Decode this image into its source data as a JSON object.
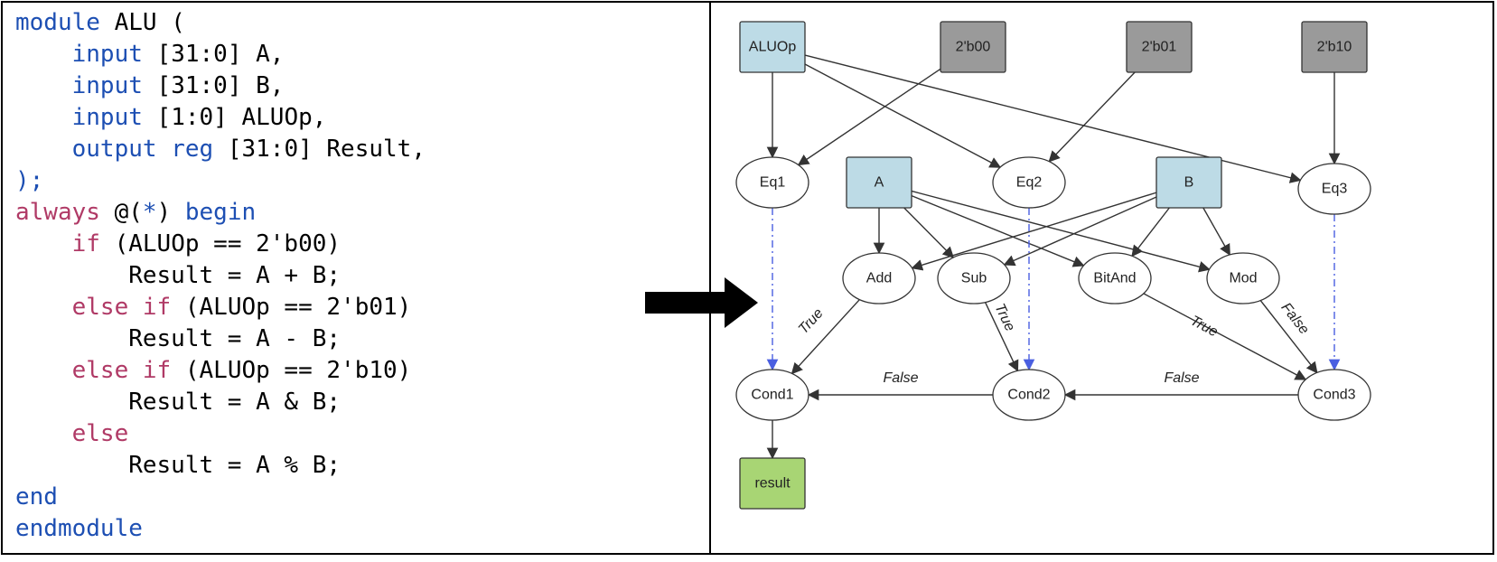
{
  "code": {
    "lines": [
      [
        {
          "t": "module",
          "c": "kw"
        },
        {
          "t": " ALU (",
          "c": "plain"
        }
      ],
      [
        {
          "t": "    ",
          "c": "plain"
        },
        {
          "t": "input",
          "c": "kw"
        },
        {
          "t": " [31:0] A,",
          "c": "plain"
        }
      ],
      [
        {
          "t": "    ",
          "c": "plain"
        },
        {
          "t": "input",
          "c": "kw"
        },
        {
          "t": " [31:0] B,",
          "c": "plain"
        }
      ],
      [
        {
          "t": "    ",
          "c": "plain"
        },
        {
          "t": "input",
          "c": "kw"
        },
        {
          "t": " [1:0] ALUOp,",
          "c": "plain"
        }
      ],
      [
        {
          "t": "    ",
          "c": "plain"
        },
        {
          "t": "output",
          "c": "kw"
        },
        {
          "t": " ",
          "c": "plain"
        },
        {
          "t": "reg",
          "c": "kw"
        },
        {
          "t": " [31:0] Result,",
          "c": "plain"
        }
      ],
      [
        {
          "t": ");",
          "c": "kw"
        }
      ],
      [
        {
          "t": "always",
          "c": "ctrl"
        },
        {
          "t": " @(",
          "c": "plain"
        },
        {
          "t": "*",
          "c": "kw"
        },
        {
          "t": ") ",
          "c": "plain"
        },
        {
          "t": "begin",
          "c": "kw"
        }
      ],
      [
        {
          "t": "    ",
          "c": "plain"
        },
        {
          "t": "if",
          "c": "ctrl"
        },
        {
          "t": " (ALUOp == 2'b00)",
          "c": "plain"
        }
      ],
      [
        {
          "t": "        Result = A + B;",
          "c": "plain"
        }
      ],
      [
        {
          "t": "    ",
          "c": "plain"
        },
        {
          "t": "else if",
          "c": "ctrl"
        },
        {
          "t": " (ALUOp == 2'b01)",
          "c": "plain"
        }
      ],
      [
        {
          "t": "        Result = A - B;",
          "c": "plain"
        }
      ],
      [
        {
          "t": "    ",
          "c": "plain"
        },
        {
          "t": "else if",
          "c": "ctrl"
        },
        {
          "t": " (ALUOp == 2'b10)",
          "c": "plain"
        }
      ],
      [
        {
          "t": "        Result = A & B;",
          "c": "plain"
        }
      ],
      [
        {
          "t": "    ",
          "c": "plain"
        },
        {
          "t": "else",
          "c": "ctrl"
        }
      ],
      [
        {
          "t": "        Result = A % B;",
          "c": "plain"
        }
      ],
      [
        {
          "t": "end",
          "c": "kw"
        }
      ],
      [
        {
          "t": "endmodule",
          "c": "kw"
        }
      ]
    ]
  },
  "colors": {
    "keyword": "#1d4fb3",
    "control": "#b03a66",
    "input_node": "#bddbe6",
    "constant_node": "#9a9a9a",
    "output_node": "#a8d574",
    "dashed_edge": "#4a5fe0",
    "solid_edge": "#333333"
  },
  "diagram": {
    "nodes": [
      {
        "id": "ALUOp",
        "label": "ALUOp",
        "kind": "input"
      },
      {
        "id": "c00",
        "label": "2'b00",
        "kind": "constant"
      },
      {
        "id": "c01",
        "label": "2'b01",
        "kind": "constant"
      },
      {
        "id": "c10",
        "label": "2'b10",
        "kind": "constant"
      },
      {
        "id": "Eq1",
        "label": "Eq1",
        "kind": "op"
      },
      {
        "id": "A",
        "label": "A",
        "kind": "input"
      },
      {
        "id": "Eq2",
        "label": "Eq2",
        "kind": "op"
      },
      {
        "id": "B",
        "label": "B",
        "kind": "input"
      },
      {
        "id": "Eq3",
        "label": "Eq3",
        "kind": "op"
      },
      {
        "id": "Add",
        "label": "Add",
        "kind": "op"
      },
      {
        "id": "Sub",
        "label": "Sub",
        "kind": "op"
      },
      {
        "id": "BitAnd",
        "label": "BitAnd",
        "kind": "op"
      },
      {
        "id": "Mod",
        "label": "Mod",
        "kind": "op"
      },
      {
        "id": "Cond1",
        "label": "Cond1",
        "kind": "op"
      },
      {
        "id": "Cond2",
        "label": "Cond2",
        "kind": "op"
      },
      {
        "id": "Cond3",
        "label": "Cond3",
        "kind": "op"
      },
      {
        "id": "result",
        "label": "result",
        "kind": "output"
      }
    ],
    "edges": [
      {
        "from": "ALUOp",
        "to": "Eq1",
        "style": "solid",
        "label": ""
      },
      {
        "from": "ALUOp",
        "to": "Eq2",
        "style": "solid",
        "label": ""
      },
      {
        "from": "ALUOp",
        "to": "Eq3",
        "style": "solid",
        "label": ""
      },
      {
        "from": "c00",
        "to": "Eq1",
        "style": "solid",
        "label": ""
      },
      {
        "from": "c01",
        "to": "Eq2",
        "style": "solid",
        "label": ""
      },
      {
        "from": "c10",
        "to": "Eq3",
        "style": "solid",
        "label": ""
      },
      {
        "from": "A",
        "to": "Add",
        "style": "solid",
        "label": ""
      },
      {
        "from": "A",
        "to": "Sub",
        "style": "solid",
        "label": ""
      },
      {
        "from": "A",
        "to": "BitAnd",
        "style": "solid",
        "label": ""
      },
      {
        "from": "A",
        "to": "Mod",
        "style": "solid",
        "label": ""
      },
      {
        "from": "B",
        "to": "Add",
        "style": "solid",
        "label": ""
      },
      {
        "from": "B",
        "to": "Sub",
        "style": "solid",
        "label": ""
      },
      {
        "from": "B",
        "to": "BitAnd",
        "style": "solid",
        "label": ""
      },
      {
        "from": "B",
        "to": "Mod",
        "style": "solid",
        "label": ""
      },
      {
        "from": "Eq1",
        "to": "Cond1",
        "style": "dashed",
        "label": ""
      },
      {
        "from": "Eq2",
        "to": "Cond2",
        "style": "dashed",
        "label": ""
      },
      {
        "from": "Eq3",
        "to": "Cond3",
        "style": "dashed",
        "label": ""
      },
      {
        "from": "Add",
        "to": "Cond1",
        "style": "solid",
        "label": "True"
      },
      {
        "from": "Sub",
        "to": "Cond2",
        "style": "solid",
        "label": "True"
      },
      {
        "from": "BitAnd",
        "to": "Cond3",
        "style": "solid",
        "label": "True"
      },
      {
        "from": "Mod",
        "to": "Cond3",
        "style": "solid",
        "label": "False"
      },
      {
        "from": "Cond3",
        "to": "Cond2",
        "style": "solid",
        "label": "False"
      },
      {
        "from": "Cond2",
        "to": "Cond1",
        "style": "solid",
        "label": "False"
      },
      {
        "from": "Cond1",
        "to": "result",
        "style": "solid",
        "label": ""
      }
    ]
  }
}
